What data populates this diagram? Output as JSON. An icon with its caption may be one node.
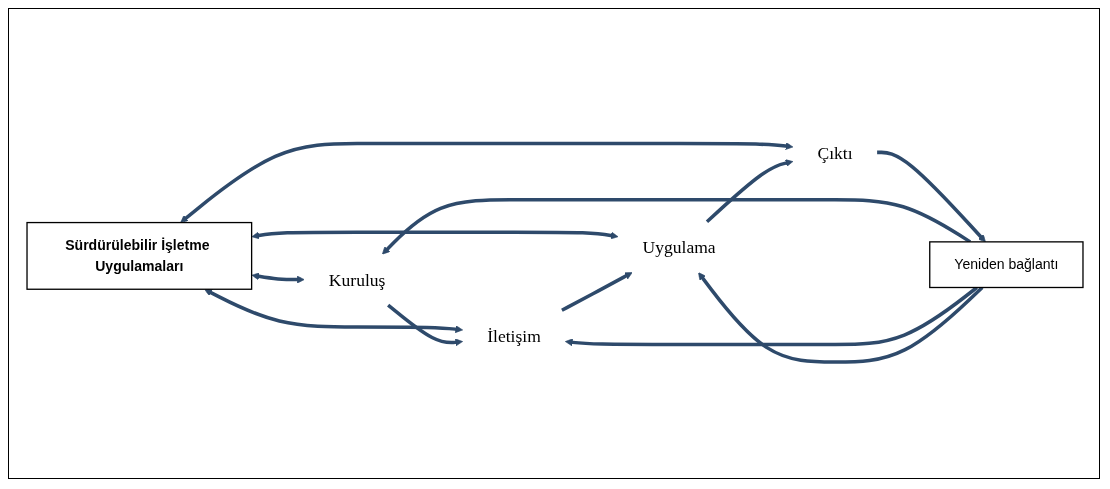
{
  "diagram": {
    "nodes": [
      {
        "text": [
          "Sürdürülebilir İşletme Uygulamaları"
        ]
      },
      {
        "text": [
          "Kuruluş"
        ]
      },
      {
        "text": [
          "İletişim"
        ]
      },
      {
        "text": [
          "Uygulama"
        ]
      },
      {
        "text": [
          "Çıktı"
        ]
      },
      {
        "text": [
          "Yeniden bağlantı"
        ]
      }
    ],
    "edges": [
      {
        "from": 0,
        "to": 1,
        "arrow": "both"
      },
      {
        "from": 0,
        "to": 2,
        "arrow": "both"
      },
      {
        "from": 0,
        "to": 3,
        "arrow": "both"
      },
      {
        "from": 0,
        "to": 4,
        "arrow": "both"
      },
      {
        "from": 1,
        "to": 2,
        "arrow": "to"
      },
      {
        "from": 2,
        "to": 3,
        "arrow": "to"
      },
      {
        "from": 3,
        "to": 4,
        "arrow": "to"
      },
      {
        "from": 5,
        "to": 1,
        "arrow": "to"
      },
      {
        "from": 5,
        "to": 2,
        "arrow": "to"
      },
      {
        "from": 5,
        "to": 3,
        "arrow": "to"
      },
      {
        "from": 4,
        "to": 5,
        "arrow": "to"
      }
    ]
  }
}
